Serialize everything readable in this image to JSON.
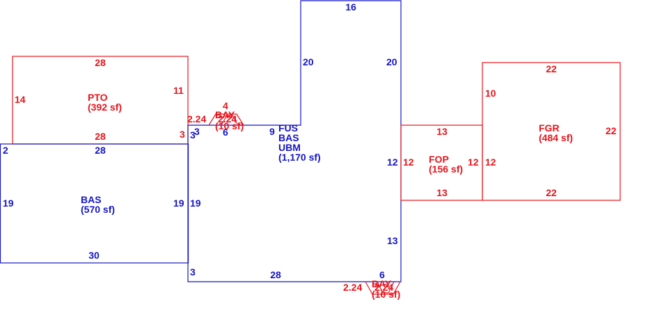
{
  "colors": {
    "red": "#e8141b",
    "blue": "#1515c8",
    "background": "#ffffff"
  },
  "areas": {
    "pto": {
      "code": "PTO",
      "area": "(392 sf)"
    },
    "bas_left": {
      "code": "BAS",
      "area": "(570 sf)"
    },
    "main": {
      "code1": "FUS",
      "code2": "BAS",
      "code3": "UBM",
      "area": "(1,170 sf)"
    },
    "fop": {
      "code": "FOP",
      "area": "(156 sf)"
    },
    "fgr": {
      "code": "FGR",
      "area": "(484 sf)"
    },
    "bay_top": {
      "code": "BAY",
      "area": "(10 sf)"
    },
    "bay_bottom": {
      "code": "BAY",
      "area": "(10 sf)"
    }
  },
  "dims": {
    "pto_top": "28",
    "pto_left": "14",
    "pto_right": "11",
    "pto_bottom": "28",
    "pto_corner": "3",
    "bas_corner": "2",
    "bas_top": "28",
    "bas_left": "19",
    "bas_right_a": "19",
    "bas_right_b": "19",
    "bas_bottom": "30",
    "main_top": "16",
    "main_left_upper": "20",
    "main_right_upper": "20",
    "main_step_a": "3",
    "main_step_b": "3",
    "main_step_c": "6",
    "main_step_d": "9",
    "main_right_mid": "12",
    "main_right_lower": "13",
    "main_bottom_left": "3",
    "main_bottom": "28",
    "main_bottom_right": "6",
    "bay_top_a": "2.24",
    "bay_top_b": "4",
    "bay_top_c": "2.24",
    "bay_bot_a": "2.24",
    "bay_bot_b": "2.24",
    "fop_top": "13",
    "fop_left": "12",
    "fop_right": "12",
    "fop_bottom": "13",
    "fgr_top": "22",
    "fgr_left": "10",
    "fgr_left_b": "12",
    "fgr_right": "22",
    "fgr_bottom": "22"
  }
}
